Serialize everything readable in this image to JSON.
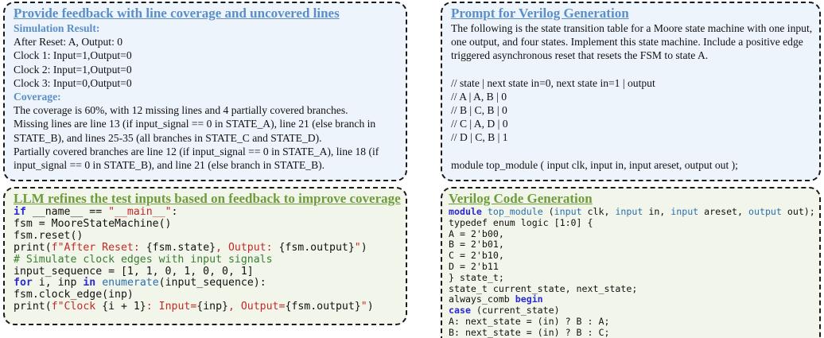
{
  "feedback": {
    "title": "Provide feedback with line coverage and uncovered lines",
    "sim_heading": "Simulation Result:",
    "sim_lines": [
      "After Reset: A, Output: 0",
      "Clock 1: Input=1,Output=0",
      "Clock 2: Input=1,Output=0",
      "Clock 3: Input=0,Output=0"
    ],
    "coverage_heading": "Coverage:",
    "coverage_text": "The coverage is 60%, with 12 missing lines and 4 partially covered branches.",
    "missing_text": "Missing lines are line 13 (if input_signal == 0 in STATE_A), line 21 (else branch in STATE_B), and lines 25-35 (all branches in STATE_C and STATE_D).",
    "partial_text": "Partially covered branches are line 12 (if input_signal == 0 in STATE_A), line 18 (if input_signal == 0 in STATE_B), and line 21 (else branch in STATE_B)."
  },
  "refine": {
    "title": "LLM refines the test inputs based on feedback to improve coverage",
    "code": {
      "l1_if": "if",
      "l1_name": " __name__ == ",
      "l1_str": "\"__main__\"",
      "l1_end": ":",
      "l2": "    fsm = MooreStateMachine()",
      "l3": "    fsm.reset()",
      "l4_pre": "    print(",
      "l4_str1": "f\"After Reset: ",
      "l4_mid1": "{fsm.state}",
      "l4_str2": ", Output: ",
      "l4_mid2": "{fsm.output}",
      "l4_str3": "\"",
      "l4_end": ")",
      "l5": "    # Simulate clock edges with input signals",
      "l6": "    input_sequence = [1, 1, 0, 1, 0, 0, 1]",
      "l7_pre": "    ",
      "l7_for": "for",
      "l7_mid": " i, inp ",
      "l7_in": "in",
      "l7_sp": " ",
      "l7_enum": "enumerate",
      "l7_end": "(input_sequence):",
      "l8": "        fsm.clock_edge(inp)",
      "l9_pre": "        print(",
      "l9_str1": "f\"Clock ",
      "l9_mid1": "{i + 1}",
      "l9_str2": ": Input=",
      "l9_mid2": "{inp}",
      "l9_str3": ", Output=",
      "l9_mid3": "{fsm.output}",
      "l9_str4": "\"",
      "l9_end": ")"
    }
  },
  "prompt": {
    "title": "Prompt for Verilog Generation",
    "description": "The following is the state transition table for a Moore state machine with one input, one output, and four states. Implement this state machine. Include a positive edge triggered asynchronous reset that resets the FSM to state A.",
    "table_header": "// state | next state in=0, next state in=1 | output",
    "table_rows": [
      "// A | A, B | 0",
      "// B | C, B | 0",
      "// C | A, D | 0",
      "// D | C, B | 1"
    ],
    "module_line": "module top_module ( input clk, input in, input areset, output out );"
  },
  "verilog": {
    "title": "Verilog Code Generation",
    "code": {
      "m_kw": "module",
      "m_sp": " ",
      "m_name": "top_module",
      "m_open": " (",
      "m_in1": "input",
      "m_clk": " clk, ",
      "m_in2": "input",
      "m_in": " in, ",
      "m_in3": "input",
      "m_ar": " areset, ",
      "m_out": "output",
      "m_end": " out);",
      "l2": "    typedef enum logic [1:0] {",
      "l3": "        A = 2'b00,",
      "l4": "        B = 2'b01,",
      "l5": "        C = 2'b10,",
      "l6": "        D = 2'b11",
      "l7": "    } state_t;",
      "l8": "    state_t current_state, next_state;",
      "l9_pre": "    always_comb ",
      "l9_kw": "begin",
      "l10_pre": "        ",
      "l10_kw": "case",
      "l10_end": " (current_state)",
      "l11": "            A: next_state = (in) ? B : A;",
      "l12": "            B: next_state = (in) ? B : C;"
    }
  }
}
